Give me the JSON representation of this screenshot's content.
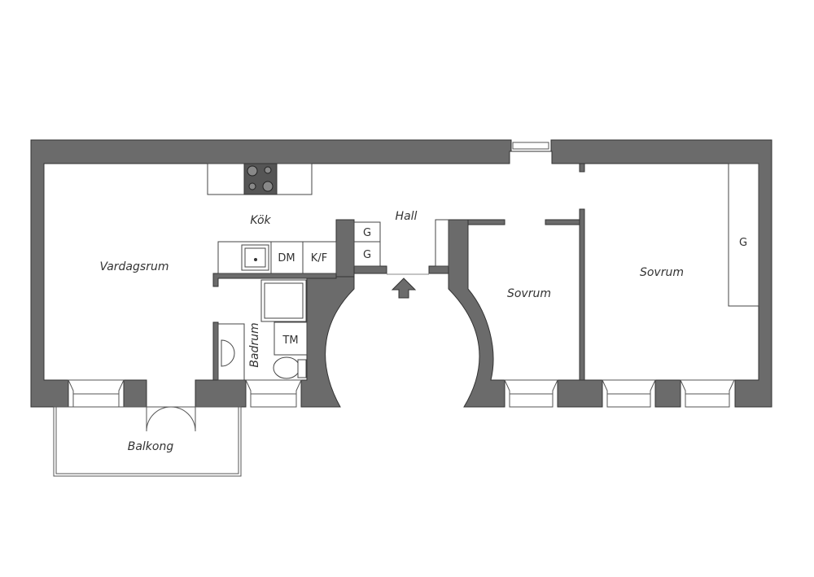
{
  "rooms": {
    "living": "Vardagsrum",
    "kitchen": "Kök",
    "hall": "Hall",
    "bedroom1": "Sovrum",
    "bedroom2": "Sovrum",
    "bathroom": "Badrum",
    "balcony": "Balkong"
  },
  "fixtures": {
    "closet_hall_1": "G",
    "closet_hall_2": "G",
    "closet_bedroom": "G",
    "dishwasher": "DM",
    "fridge_freezer": "K/F",
    "washing_machine": "TM"
  },
  "colors": {
    "wall": "#6b6b6b",
    "background": "#ffffff"
  }
}
